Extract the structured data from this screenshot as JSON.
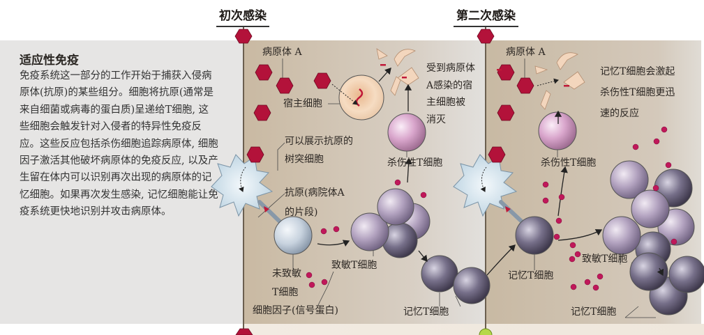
{
  "headers": {
    "first": "初次感染",
    "second": "第二次感染"
  },
  "sidebar": {
    "title": "适应性免疫",
    "body": "免疫系统这一部分的工作开始于捕获入侵病原体(抗原)的某些组分。细胞将抗原(通常是来自细菌或病毒的蛋白质)呈递给T细胞, 这些细胞会触发针对入侵者的特异性免疫反应。这些反应包括杀伤细胞追踪病原体, 细胞因子激活其他破坏病原体的免疫反应, 以及产生留在体内可以识别再次出现的病原体的记忆细胞。如果再次发生感染, 记忆细胞能让免疫系统更快地识别并攻击病原体。"
  },
  "first": {
    "pathogen": "病原体 A",
    "host_cell": "宿主细胞",
    "destroyed": [
      "受到病原体",
      "A感染的宿",
      "主细胞被",
      "消灭"
    ],
    "dendritic": [
      "可以展示抗原的",
      "树突细胞"
    ],
    "killer": "杀伤性T细胞",
    "antigen": [
      "抗原(病院体A",
      "的片段)"
    ],
    "naive": [
      "未致敏",
      "T细胞"
    ],
    "cytokine": "细胞因子(信号蛋白)",
    "sensitized": "致敏T细胞",
    "memory": "记忆T细胞"
  },
  "second": {
    "pathogen": "病原体 A",
    "faster": [
      "记忆T细胞会激起",
      "杀伤性T细胞更迅",
      "速的反应"
    ],
    "killer": "杀伤性T细胞",
    "memory_left": "记忆T细胞",
    "sensitized": "致敏T细胞",
    "memory_right": "记忆T细胞"
  },
  "colors": {
    "pathogen": "#b3123a",
    "killer": "#d9a6cc",
    "sensitized": "#b3a3c0",
    "memory": "#77708a",
    "naive": "#c7d2de",
    "dendritic": "#d2e2ec",
    "cytokine": "#c0185a"
  }
}
